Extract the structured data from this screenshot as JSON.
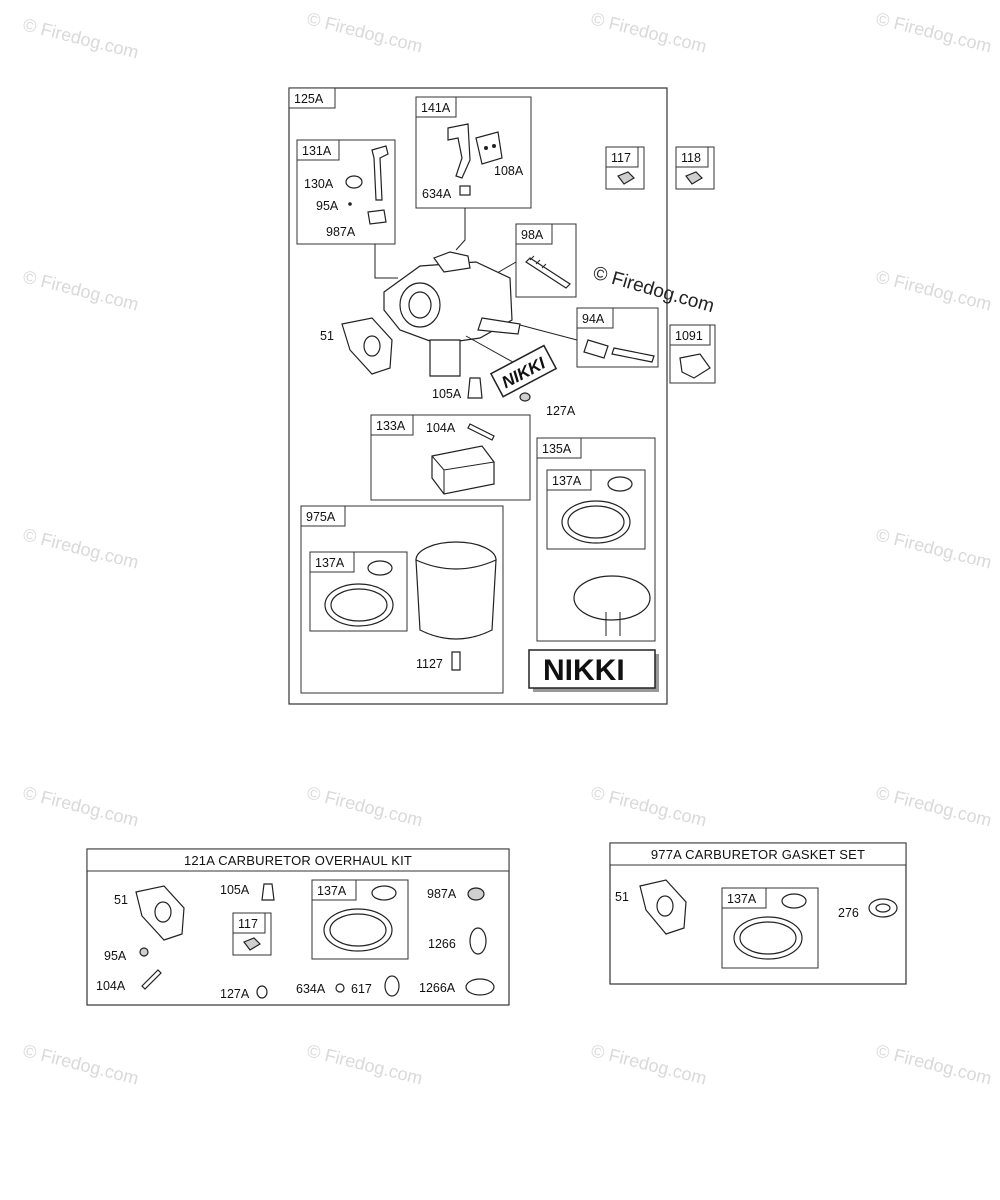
{
  "watermark": {
    "text": "© Firedog.com"
  },
  "assembly": {
    "main_label": "125A",
    "kit_141A": {
      "label": "141A",
      "parts": [
        "634A",
        "108A"
      ]
    },
    "kit_131A": {
      "label": "131A",
      "parts": [
        "130A",
        "95A",
        "987A"
      ]
    },
    "box_117": "117",
    "box_118": "118",
    "box_98A": "98A",
    "box_94A": "94A",
    "box_1091": "1091",
    "callout_51": "51",
    "callout_105A": "105A",
    "callout_127A": "127A",
    "nikki_decal": "NIKKI",
    "kit_133A": {
      "label": "133A",
      "parts": [
        "104A"
      ]
    },
    "kit_135A": {
      "label": "135A",
      "sub": "137A"
    },
    "kit_975A": {
      "label": "975A",
      "sub": "137A",
      "parts": [
        "1127"
      ]
    },
    "nikki_logo": "NIKKI",
    "center_watermark": "© Firedog.com"
  },
  "overhaul_kit": {
    "title": "121A CARBURETOR OVERHAUL KIT",
    "parts": {
      "p51": "51",
      "p95A": "95A",
      "p104A": "104A",
      "p105A": "105A",
      "p117": "117",
      "p127A": "127A",
      "p137A": "137A",
      "p634A": "634A",
      "p617": "617",
      "p987A": "987A",
      "p1266": "1266",
      "p1266A": "1266A"
    }
  },
  "gasket_set": {
    "title": "977A CARBURETOR GASKET SET",
    "parts": {
      "p51": "51",
      "p137A": "137A",
      "p276": "276"
    }
  }
}
